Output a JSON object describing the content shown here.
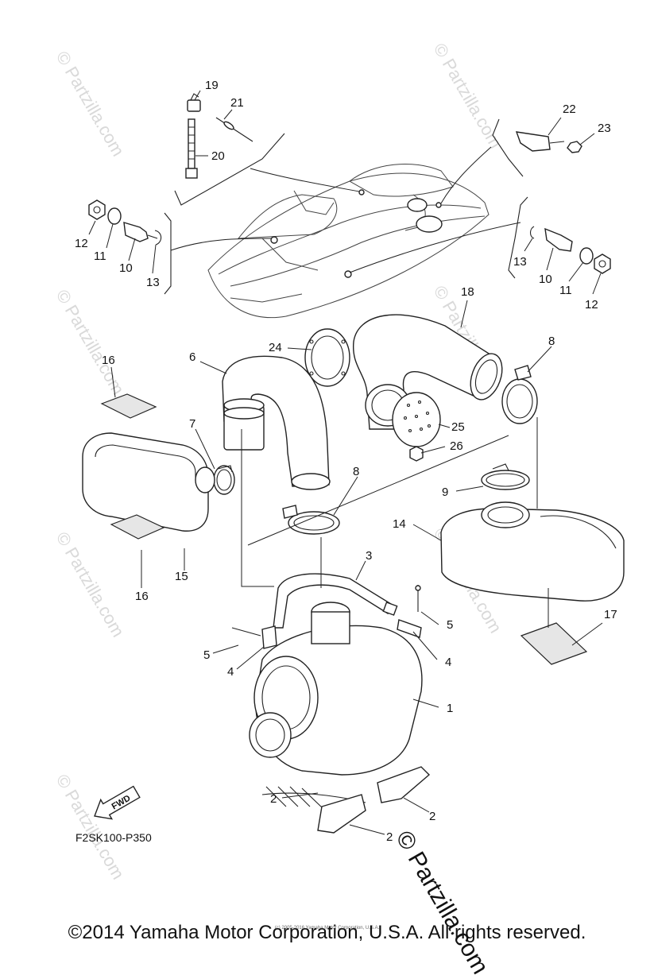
{
  "figure_code": "F2SK100-P350",
  "copyright": "©2014 Yamaha Motor Corporation, U.S.A. All rights reserved.",
  "tiny_copyright": "(c) 2005-2016 Yamaha Motor Corporation, U.S.A.",
  "fwd_label": "FWD",
  "watermark": "© Partzilla.com",
  "callouts": {
    "c1": "1",
    "c2a": "2",
    "c2b": "2",
    "c2c": "2",
    "c3": "3",
    "c4a": "4",
    "c4b": "4",
    "c5a": "5",
    "c5b": "5",
    "c6": "6",
    "c7": "7",
    "c8a": "8",
    "c8b": "8",
    "c9": "9",
    "c10a": "10",
    "c10b": "10",
    "c11a": "11",
    "c11b": "11",
    "c12a": "12",
    "c12b": "12",
    "c13a": "13",
    "c13b": "13",
    "c14": "14",
    "c15": "15",
    "c16a": "16",
    "c16b": "16",
    "c17": "17",
    "c18": "18",
    "c19": "19",
    "c20": "20",
    "c21": "21",
    "c22": "22",
    "c23": "23",
    "c24": "24",
    "c25": "25",
    "c26": "26"
  }
}
